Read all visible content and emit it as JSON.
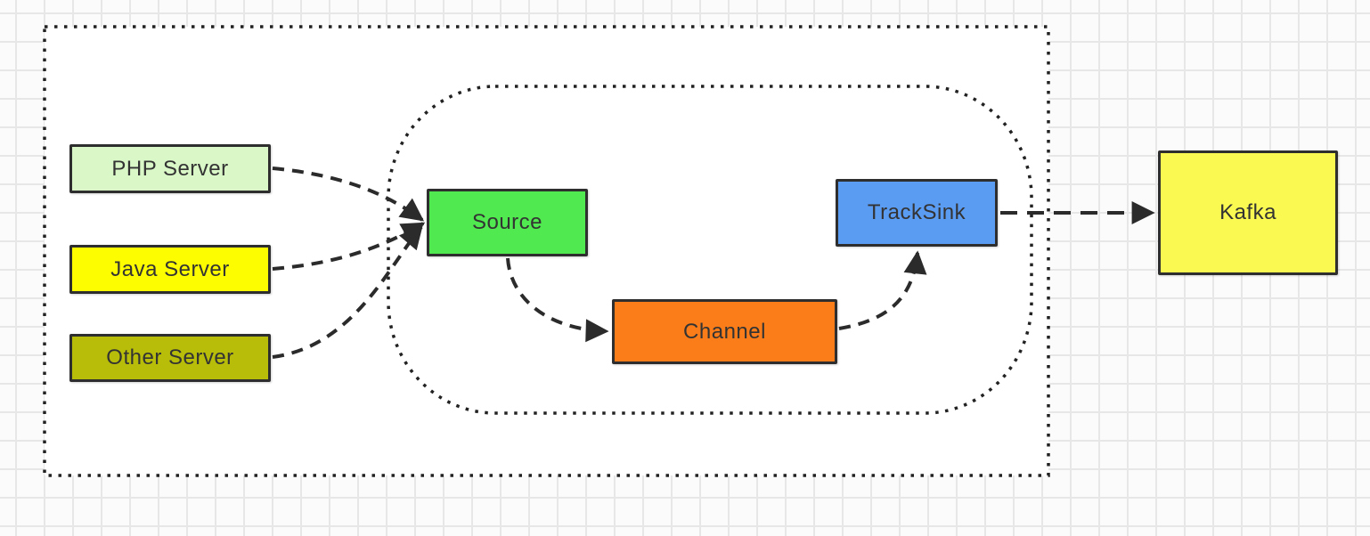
{
  "nodes": {
    "php_server": {
      "label": "PHP Server",
      "fill": "#daf7c8"
    },
    "java_server": {
      "label": "Java Server",
      "fill": "#fdfd00"
    },
    "other_server": {
      "label": "Other Server",
      "fill": "#b8bd09"
    },
    "source": {
      "label": "Source",
      "fill": "#50e950"
    },
    "channel": {
      "label": "Channel",
      "fill": "#fb7d19"
    },
    "tracksink": {
      "label": "TrackSink",
      "fill": "#5b9cf3"
    },
    "kafka": {
      "label": "Kafka",
      "fill": "#f9f951"
    }
  },
  "edges": [
    {
      "from": "php_server",
      "to": "source",
      "style": "dashed-curve"
    },
    {
      "from": "java_server",
      "to": "source",
      "style": "dashed-curve"
    },
    {
      "from": "other_server",
      "to": "source",
      "style": "dashed-curve"
    },
    {
      "from": "source",
      "to": "channel",
      "style": "dashed-curve"
    },
    {
      "from": "channel",
      "to": "tracksink",
      "style": "dashed-curve"
    },
    {
      "from": "tracksink",
      "to": "kafka",
      "style": "dashed-straight"
    }
  ],
  "containers": {
    "outer": {
      "shape": "dotted-rectangle"
    },
    "inner": {
      "shape": "dotted-rounded-rectangle"
    }
  },
  "colors": {
    "node_border": "#2e2e2e",
    "connector": "#2b2b2b",
    "boundary": "#222222",
    "grid_line": "#e7e7e7",
    "canvas_bg": "#fbfbfb",
    "container_bg": "#ffffff",
    "text": "#333333"
  }
}
